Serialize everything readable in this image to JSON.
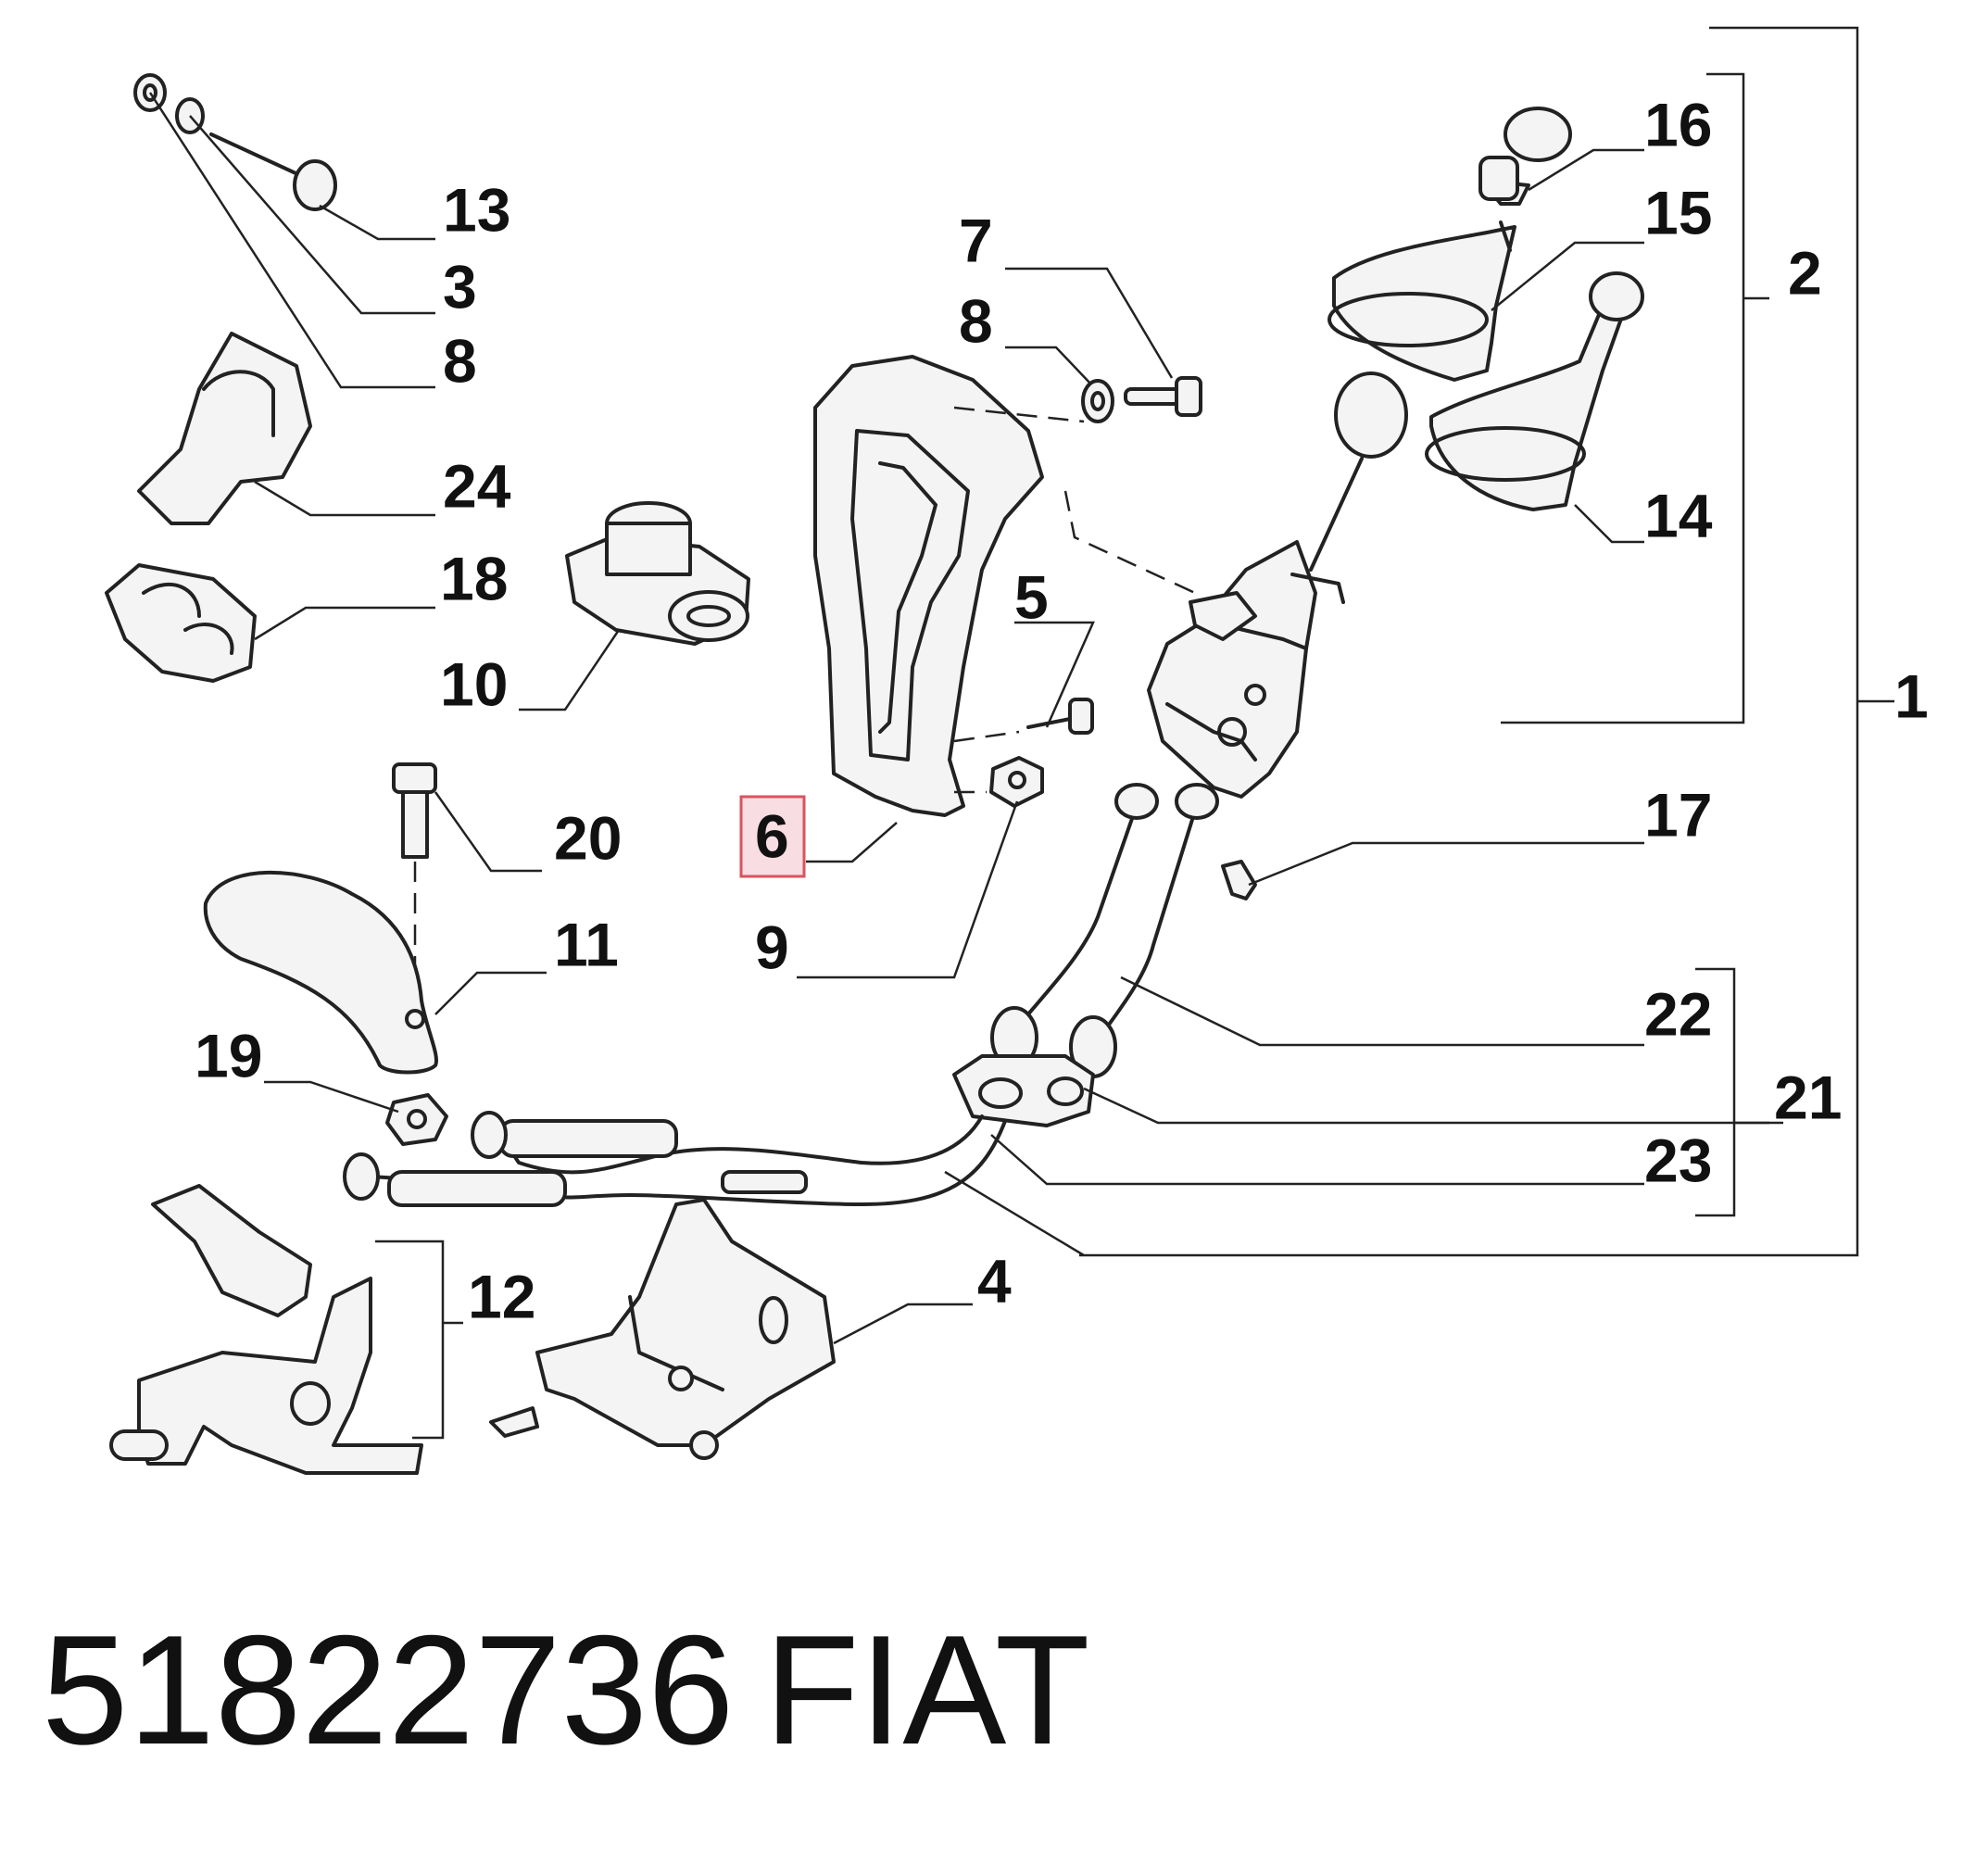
{
  "diagram": {
    "labels": {
      "l1": "1",
      "l2": "2",
      "l3": "3",
      "l4": "4",
      "l5": "5",
      "l6": "6",
      "l7": "7",
      "l8a": "8",
      "l8b": "8",
      "l9": "9",
      "l10": "10",
      "l11": "11",
      "l12": "12",
      "l13": "13",
      "l14": "14",
      "l15": "15",
      "l16": "16",
      "l17": "17",
      "l18": "18",
      "l19": "19",
      "l20": "20",
      "l21": "21",
      "l22": "22",
      "l23": "23",
      "l24": "24"
    },
    "highlighted_label": "6",
    "highlight_color": "#d9535f"
  },
  "footer": {
    "part_number": "51822736",
    "brand": "FIAT"
  }
}
